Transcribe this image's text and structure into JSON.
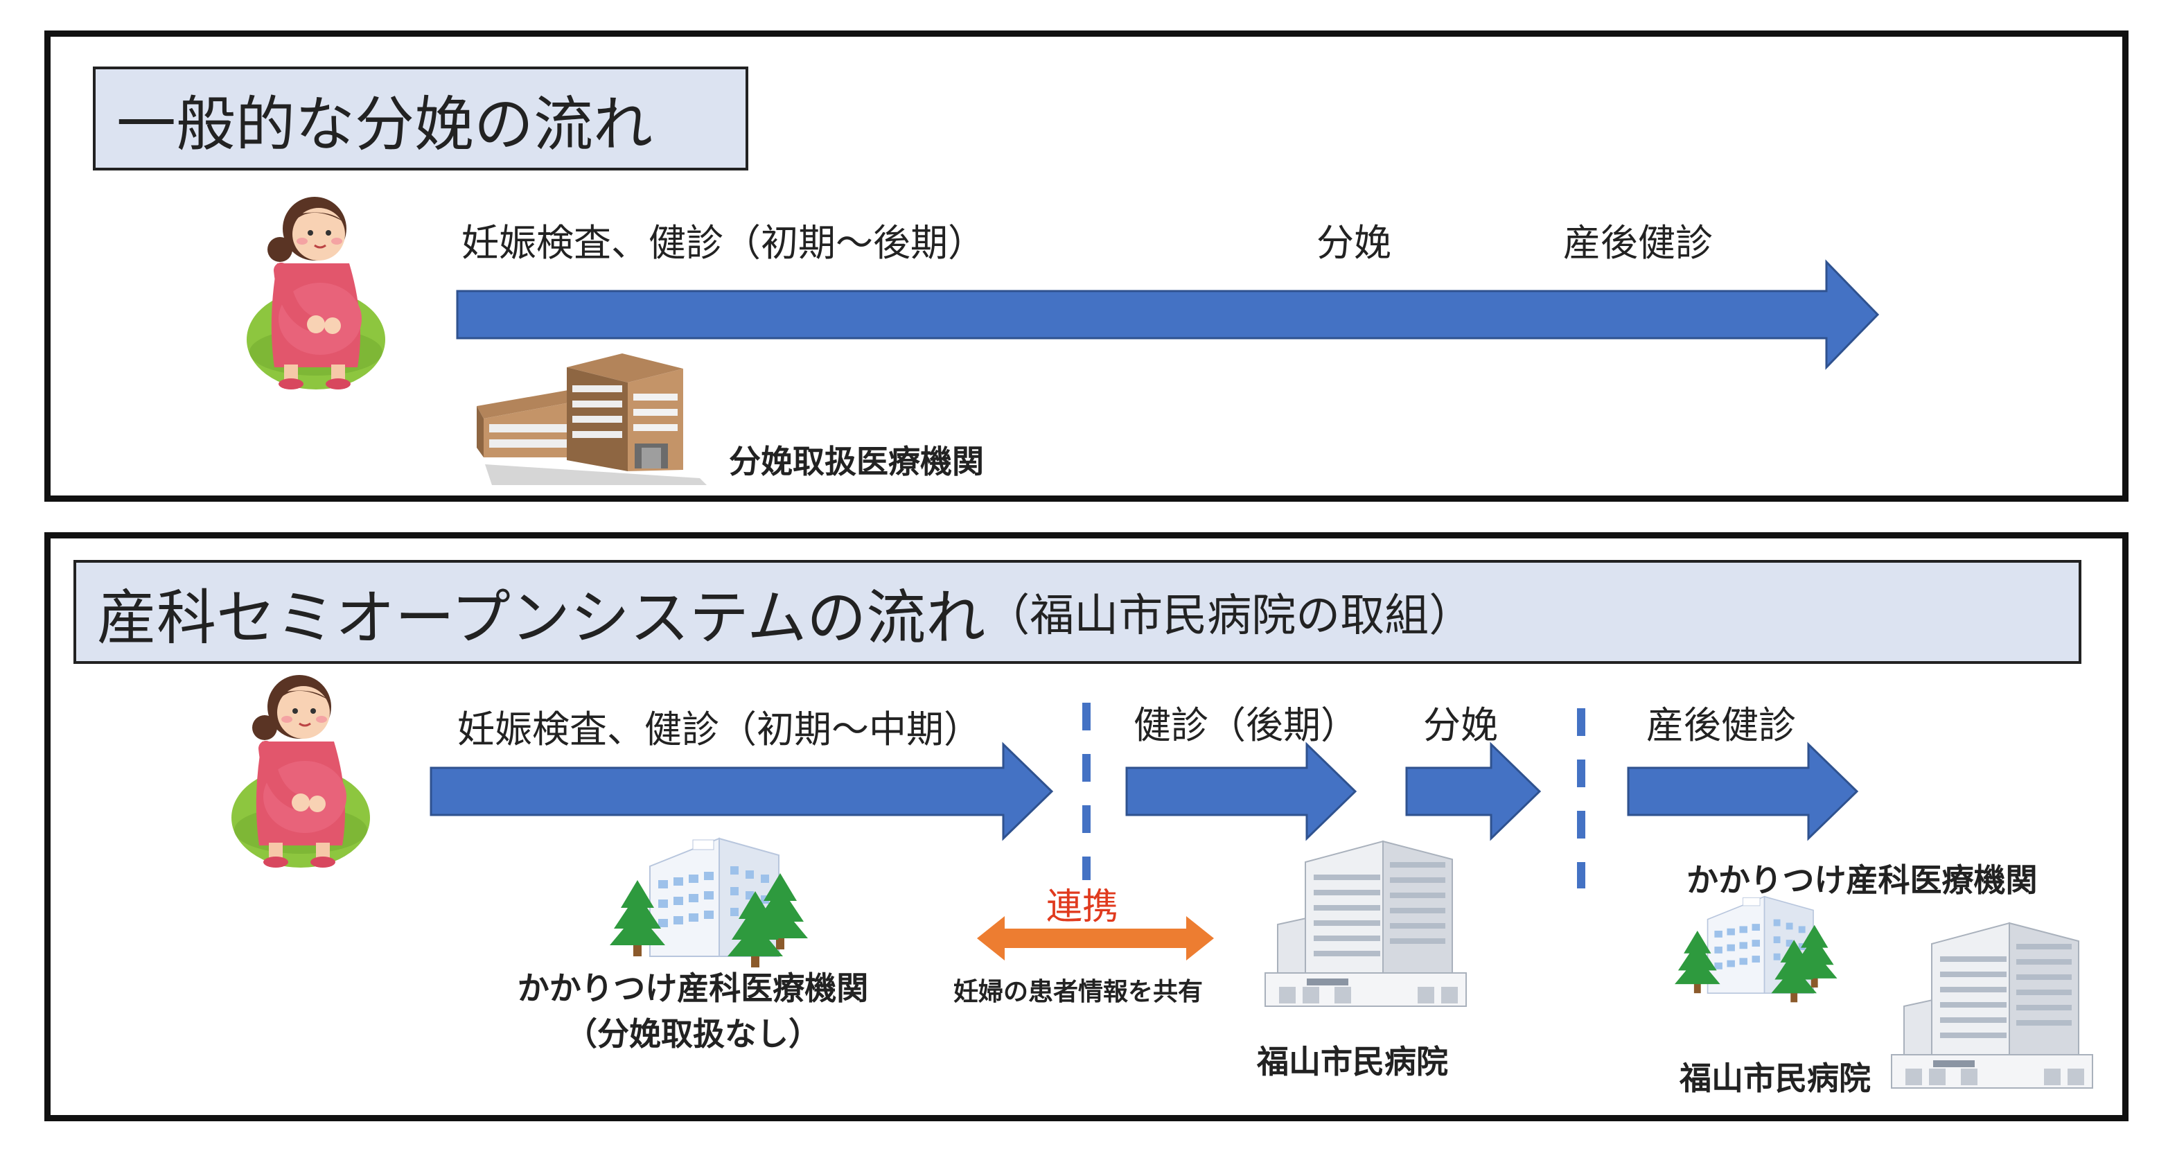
{
  "colors": {
    "arrow": "#4472c4",
    "arrow_outline": "#2f528f",
    "link": "#ed7d31",
    "link_text": "#e03a1e",
    "title_bg": "#dce3f1",
    "dash": "#4472c4"
  },
  "panel1": {
    "title": "一般的な分娩の流れ",
    "label_checkups": "妊娠検査、健診（初期～後期）",
    "label_delivery": "分娩",
    "label_postnatal": "産後健診",
    "facility_label": "分娩取扱医療機関"
  },
  "panel2": {
    "title_main": "産科セミオープンシステムの流れ",
    "title_sub": "（福山市民病院の取組）",
    "label_checkups": "妊娠検査、健診（初期～中期）",
    "label_late": "健診（後期）",
    "label_delivery": "分娩",
    "label_postnatal": "産後健診",
    "clinic_label_line1": "かかりつけ産科医療機関",
    "clinic_label_line2": "（分娩取扱なし）",
    "link_label": "連携",
    "link_caption": "妊婦の患者情報を共有",
    "hospital_label": "福山市民病院",
    "postnatal_clinic_label": "かかりつけ産科医療機関",
    "postnatal_hospital_label": "福山市民病院"
  },
  "icons": [
    "pregnant-woman-icon",
    "office-building-icon",
    "clinic-with-trees-icon",
    "hospital-building-icon"
  ]
}
